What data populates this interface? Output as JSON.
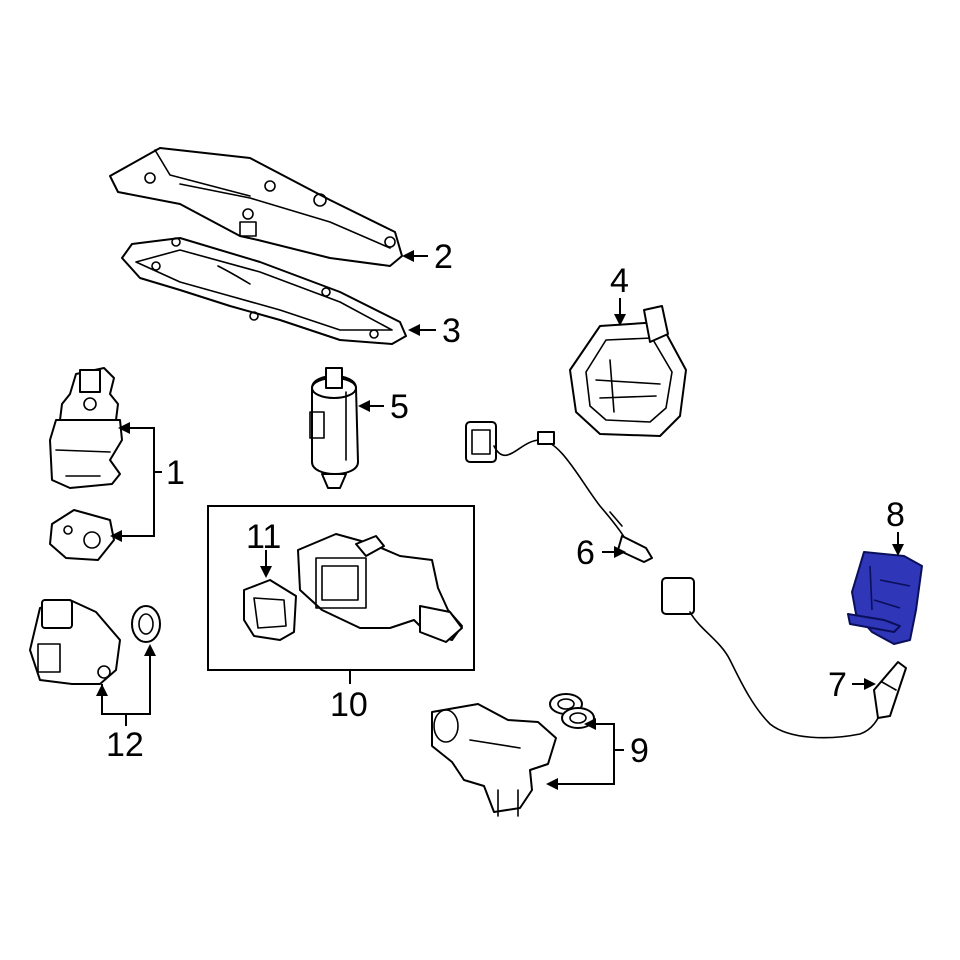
{
  "callouts": {
    "c1": "1",
    "c2": "2",
    "c3": "3",
    "c4": "4",
    "c5": "5",
    "c6": "6",
    "c7": "7",
    "c8": "8",
    "c9": "9",
    "c10": "10",
    "c11": "11",
    "c12": "12"
  },
  "highlight_color": "#2f36b8",
  "highlighted_part": "8"
}
